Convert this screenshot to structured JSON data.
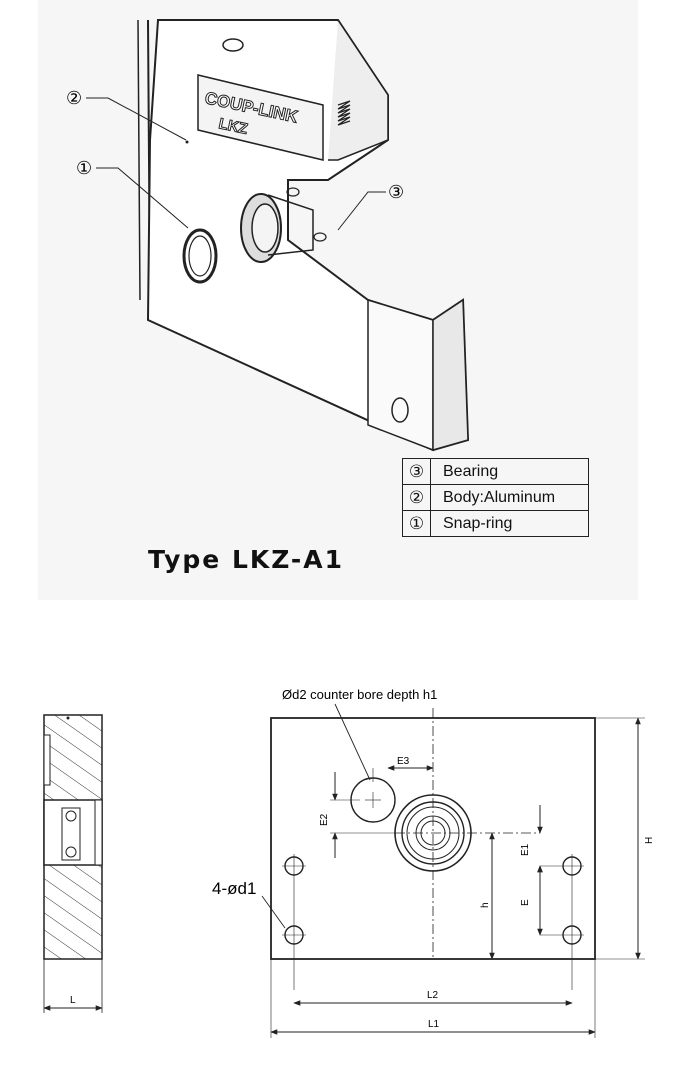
{
  "top_view": {
    "callout_1": "①",
    "callout_2": "②",
    "callout_3": "③",
    "logo_line_1": "COUP-LINK",
    "logo_line_2": "LKZ",
    "title": "Type  LKZ-A1"
  },
  "parts_table": [
    {
      "num": "③",
      "name": "Bearing"
    },
    {
      "num": "②",
      "name": "Body:Aluminum"
    },
    {
      "num": "①",
      "name": "Snap-ring"
    }
  ],
  "drawing": {
    "counterbore_note": "Ød2 counter bore depth h1",
    "holes_note": "4-ød1",
    "dims": {
      "E3": "E3",
      "E2": "E2",
      "E1": "E1",
      "E": "E",
      "h": "h",
      "H": "H",
      "L2": "L2",
      "L1": "L1",
      "L": "L"
    }
  }
}
